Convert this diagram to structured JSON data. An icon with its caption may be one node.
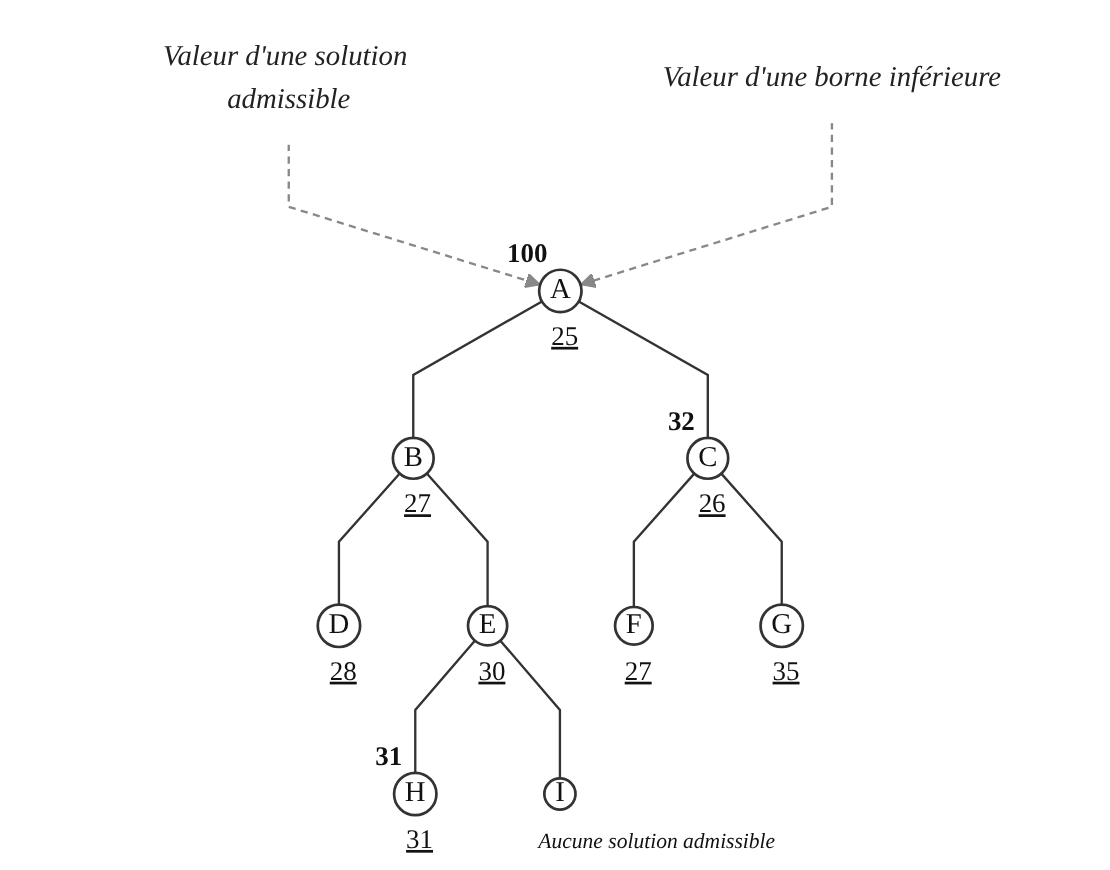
{
  "diagram": {
    "nodes": [
      {
        "text": [
          "A"
        ],
        "beside": [
          "100",
          "25"
        ]
      },
      {
        "text": [
          "B"
        ],
        "beside": [
          "27"
        ]
      },
      {
        "text": [
          "C"
        ],
        "beside": [
          "32",
          "26"
        ]
      },
      {
        "text": [
          "D"
        ],
        "beside": [
          "28"
        ]
      },
      {
        "text": [
          "E"
        ],
        "beside": [
          "30"
        ]
      },
      {
        "text": [
          "F"
        ],
        "beside": [
          "27"
        ]
      },
      {
        "text": [
          "G"
        ],
        "beside": [
          "35"
        ]
      },
      {
        "text": [
          "H"
        ],
        "beside": [
          "31",
          "31"
        ]
      },
      {
        "text": [
          "I"
        ],
        "beside": [
          "Aucune solution admissible"
        ]
      },
      {
        "text": [
          "Valeur d'une solution admissible"
        ]
      },
      {
        "text": [
          "Valeur d'une borne inférieure"
        ]
      }
    ],
    "edges": [
      {
        "from": 0,
        "to": 1,
        "arrow": "none"
      },
      {
        "from": 0,
        "to": 2,
        "arrow": "none"
      },
      {
        "from": 1,
        "to": 3,
        "arrow": "none"
      },
      {
        "from": 1,
        "to": 4,
        "arrow": "none"
      },
      {
        "from": 2,
        "to": 5,
        "arrow": "none"
      },
      {
        "from": 2,
        "to": 6,
        "arrow": "none"
      },
      {
        "from": 4,
        "to": 7,
        "arrow": "none"
      },
      {
        "from": 4,
        "to": 8,
        "arrow": "none"
      },
      {
        "from": 9,
        "to": 0,
        "arrow": "to",
        "style": "dashed",
        "color": "#888888"
      },
      {
        "from": 10,
        "to": 0,
        "arrow": "to",
        "style": "dashed",
        "color": "#888888"
      }
    ]
  }
}
